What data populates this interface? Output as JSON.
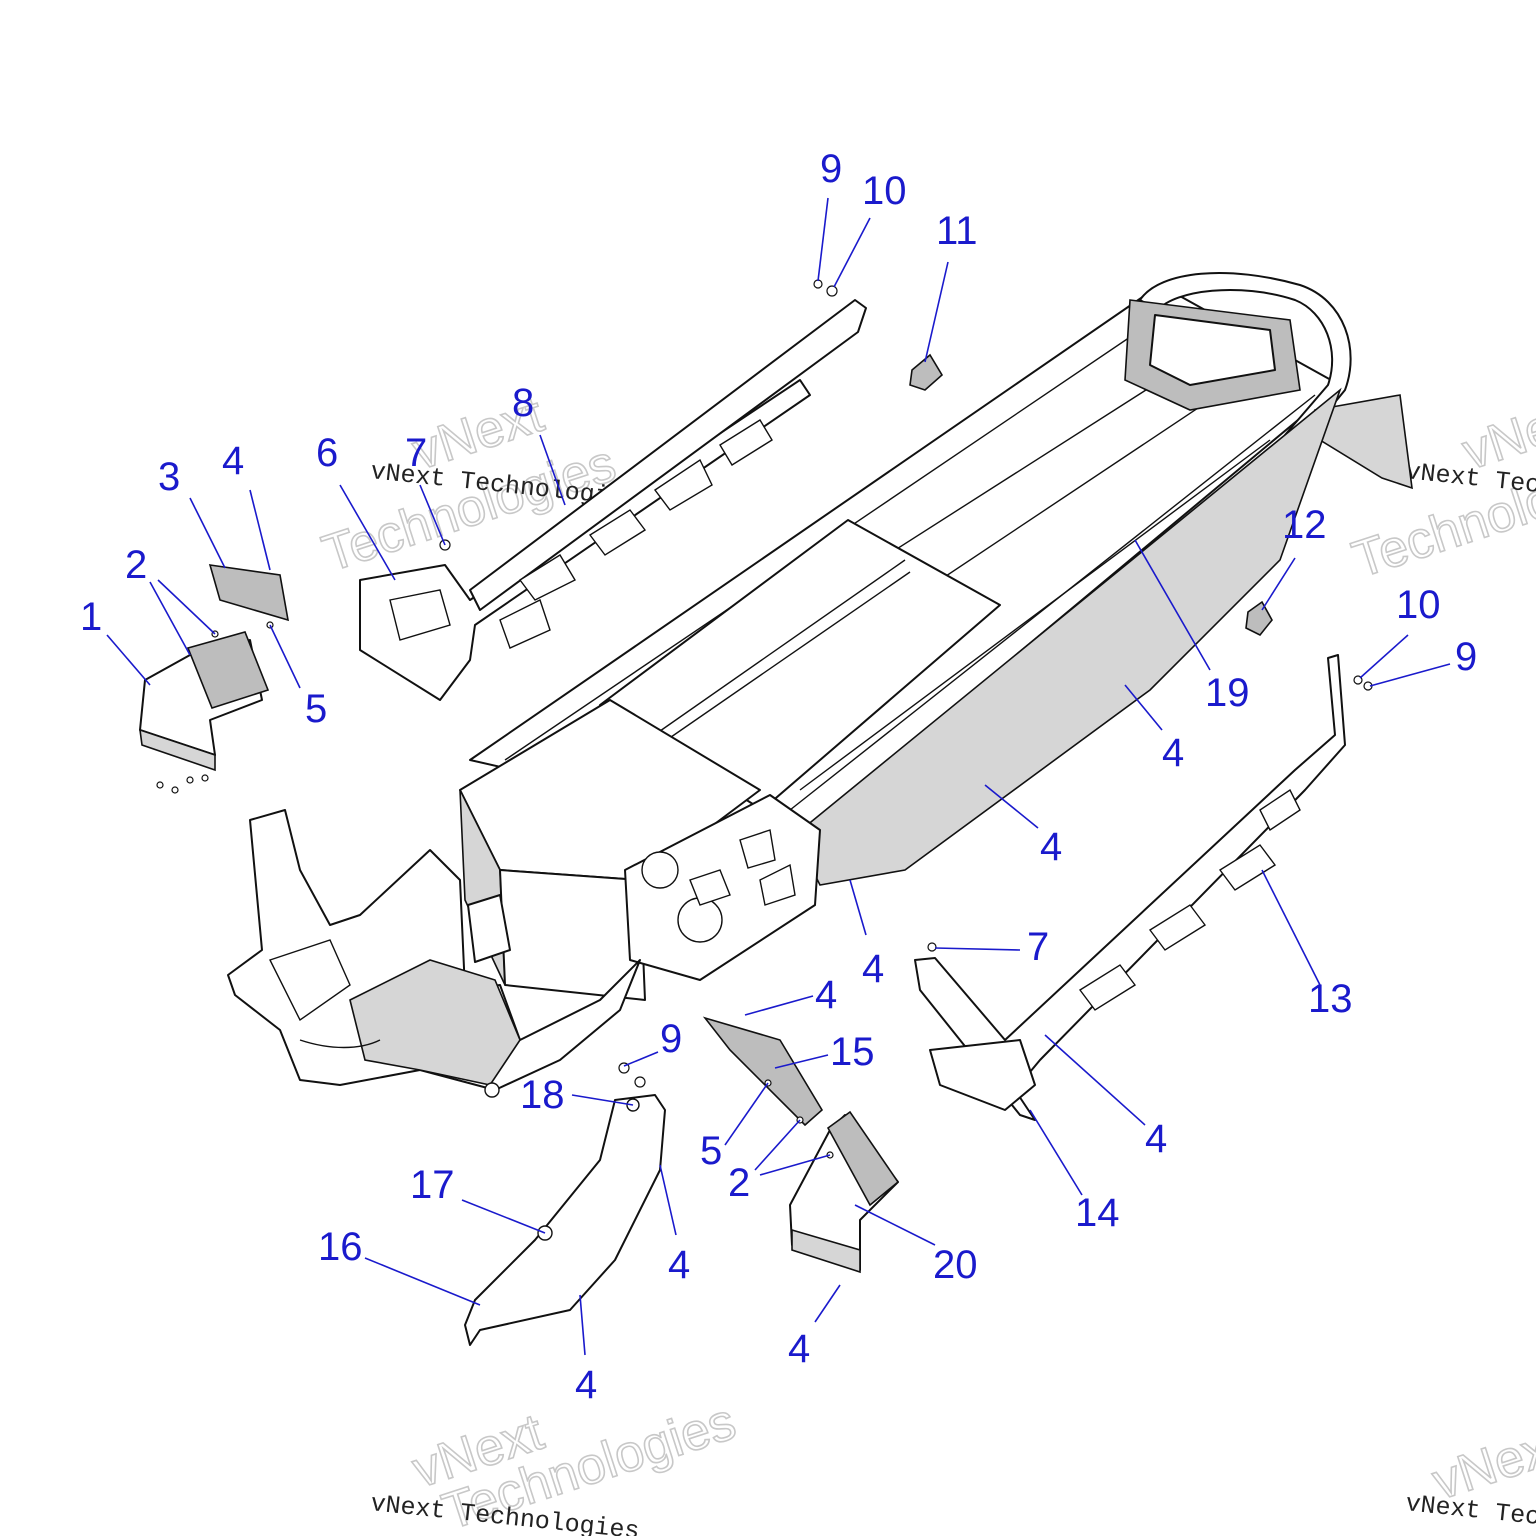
{
  "callouts": [
    "1",
    "2",
    "3",
    "4",
    "5",
    "6",
    "7",
    "8",
    "9",
    "10",
    "11",
    "12",
    "13",
    "14",
    "15",
    "16",
    "17",
    "18",
    "19",
    "20"
  ],
  "watermark": {
    "brand_line": "vNext Technologies",
    "outline_word_1": "vNext",
    "outline_word_2": "Technologies"
  },
  "colors": {
    "callout": "#1a1acc",
    "linework": "#111111",
    "shade": "#d6d6d6"
  }
}
